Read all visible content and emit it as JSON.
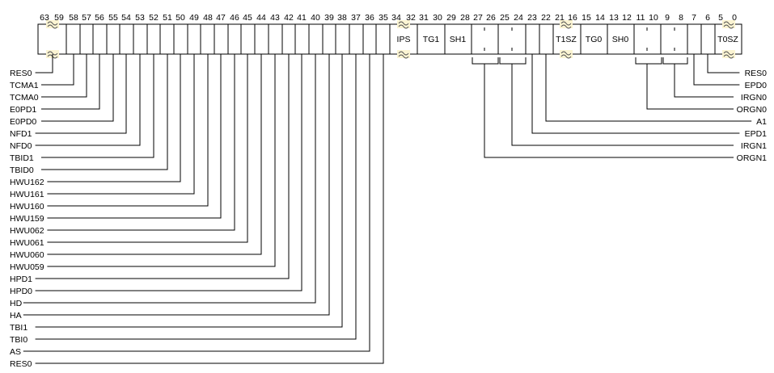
{
  "register": {
    "bit_numbers": [
      "63",
      "59",
      "58",
      "57",
      "56",
      "55",
      "54",
      "53",
      "52",
      "51",
      "50",
      "49",
      "48",
      "47",
      "46",
      "45",
      "44",
      "43",
      "42",
      "41",
      "40",
      "39",
      "38",
      "37",
      "36",
      "35",
      "34",
      "32",
      "31",
      "30",
      "29",
      "28",
      "27",
      "26",
      "25",
      "24",
      "23",
      "22",
      "21",
      "16",
      "15",
      "14",
      "13",
      "12",
      "11",
      "10",
      "9",
      "8",
      "7",
      "6",
      "5",
      "0"
    ],
    "box_fields": [
      "IPS",
      "TG1",
      "SH1",
      "T1SZ",
      "TG0",
      "SH0",
      "T0SZ"
    ],
    "left_fields": [
      "RES0",
      "TCMA1",
      "TCMA0",
      "E0PD1",
      "E0PD0",
      "NFD1",
      "NFD0",
      "TBID1",
      "TBID0",
      "HWU162",
      "HWU161",
      "HWU160",
      "HWU159",
      "HWU062",
      "HWU061",
      "HWU060",
      "HWU059",
      "HPD1",
      "HPD0",
      "HD",
      "HA",
      "TBI1",
      "TBI0",
      "AS",
      "RES0"
    ],
    "right_fields": [
      "RES0",
      "EPD0",
      "IRGN0",
      "ORGN0",
      "A1",
      "EPD1",
      "IRGN1",
      "ORGN1"
    ]
  },
  "colors": {
    "line": "#000000",
    "break_highlight": "#fbf4d2"
  }
}
